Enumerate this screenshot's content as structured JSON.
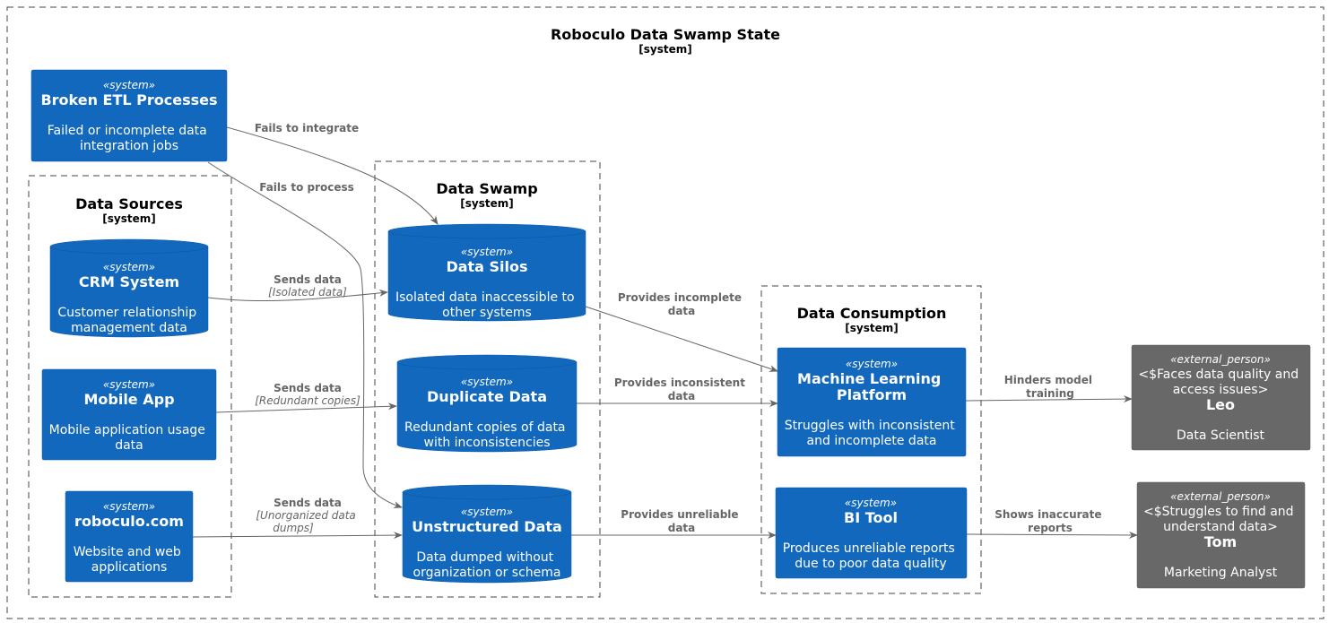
{
  "diagram": {
    "outer_boundary": {
      "title": "Roboculo Data Swamp State",
      "type": "[system]"
    },
    "boundaries": {
      "sources": {
        "title": "Data Sources",
        "type": "[system]"
      },
      "swamp": {
        "title": "Data Swamp",
        "type": "[system]"
      },
      "consumption": {
        "title": "Data Consumption",
        "type": "[system]"
      }
    },
    "nodes": {
      "etl": {
        "stereotype": "«system»",
        "name": "Broken ETL Processes",
        "desc": [
          "Failed or incomplete data",
          "integration jobs"
        ]
      },
      "crm": {
        "stereotype": "«system»",
        "name": "CRM System",
        "desc": [
          "Customer relationship",
          "management data"
        ]
      },
      "mobile": {
        "stereotype": "«system»",
        "name": "Mobile App",
        "desc": [
          "Mobile application usage",
          "data"
        ]
      },
      "web": {
        "stereotype": "«system»",
        "name": "roboculo.com",
        "desc": [
          "Website and web",
          "applications"
        ]
      },
      "silos": {
        "stereotype": "«system»",
        "name": "Data Silos",
        "desc": [
          "Isolated data inaccessible to",
          "other systems"
        ]
      },
      "dup": {
        "stereotype": "«system»",
        "name": "Duplicate Data",
        "desc": [
          "Redundant copies of data",
          "with inconsistencies"
        ]
      },
      "unstr": {
        "stereotype": "«system»",
        "name": "Unstructured Data",
        "desc": [
          "Data dumped without",
          "organization or schema"
        ]
      },
      "ml": {
        "stereotype": "«system»",
        "name": [
          "Machine Learning",
          "Platform"
        ],
        "desc": [
          "Struggles with inconsistent",
          "and incomplete data"
        ]
      },
      "bi": {
        "stereotype": "«system»",
        "name": "BI Tool",
        "desc": [
          "Produces unreliable reports",
          "due to poor data quality"
        ]
      },
      "leo": {
        "stereotype": "«external_person»",
        "sprite": [
          "<$Faces data quality and",
          "access issues>"
        ],
        "name": "Leo",
        "desc": "Data Scientist"
      },
      "tom": {
        "stereotype": "«external_person»",
        "sprite": [
          "<$Struggles to find and",
          "understand data>"
        ],
        "name": "Tom",
        "desc": "Marketing Analyst"
      }
    },
    "relations": {
      "etl_silos": {
        "label": [
          "Fails to integrate"
        ]
      },
      "etl_unstr": {
        "label": [
          "Fails to process"
        ]
      },
      "crm_silos": {
        "label": [
          "Sends data"
        ],
        "tech": [
          "[Isolated data]"
        ]
      },
      "mobile_dup": {
        "label": [
          "Sends data"
        ],
        "tech": [
          "[Redundant copies]"
        ]
      },
      "web_unstr": {
        "label": [
          "Sends data"
        ],
        "tech": [
          "[Unorganized data",
          "dumps]"
        ]
      },
      "silos_ml": {
        "label": [
          "Provides incomplete",
          "data"
        ]
      },
      "dup_ml": {
        "label": [
          "Provides inconsistent",
          "data"
        ]
      },
      "unstr_bi": {
        "label": [
          "Provides unreliable",
          "data"
        ]
      },
      "ml_leo": {
        "label": [
          "Hinders model",
          "training"
        ]
      },
      "bi_tom": {
        "label": [
          "Shows inaccurate",
          "reports"
        ]
      }
    },
    "colors": {
      "system": "#1168bd",
      "external_person": "#686868",
      "relation": "#666666",
      "boundary": "#444444"
    }
  }
}
